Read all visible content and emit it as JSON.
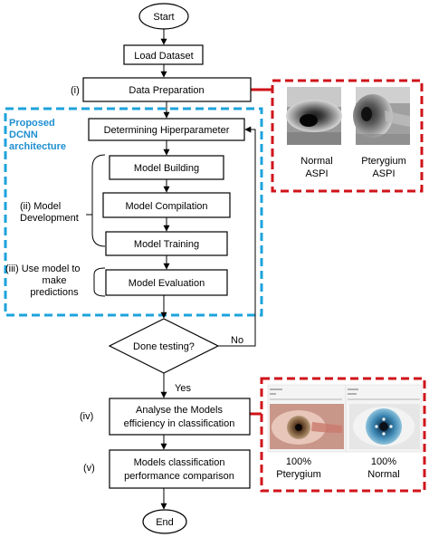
{
  "flow": {
    "start": "Start",
    "load_dataset": "Load Dataset",
    "data_preparation": "Data Preparation",
    "determining_hyperparameter": "Determining Hiperparameter",
    "model_building": "Model Building",
    "model_compilation": "Model Compilation",
    "model_training": "Model Training",
    "model_evaluation": "Model Evaluation",
    "done_testing": "Done testing?",
    "no": "No",
    "yes": "Yes",
    "analyse_line1": "Analyse the Models",
    "analyse_line2": "efficiency in classification",
    "comparison_line1": "Models classification",
    "comparison_line2": "performance comparison",
    "end": "End"
  },
  "labels": {
    "i": "(i)",
    "ii_line1": "(ii) Model",
    "ii_line2": "Development",
    "iii_line1": "(iii)  Use model to",
    "iii_line2": "make",
    "iii_line3": "predictions",
    "iv": "(iv)",
    "v": "(v)"
  },
  "dcnn": {
    "line1": "Proposed",
    "line2": "DCNN",
    "line3": "architecture"
  },
  "aspi_panel": {
    "normal_line1": "Normal",
    "normal_line2": "ASPI",
    "pterygium_line1": "Pterygium",
    "pterygium_line2": "ASPI"
  },
  "result_panel": {
    "left_pct": "100%",
    "left_label": "Pterygium",
    "right_pct": "100%",
    "right_label": "Normal"
  },
  "colors": {
    "dcnn_border": "#1ca3dc",
    "dcnn_text": "#1e8fd0",
    "red_border": "#d0131a",
    "connector_red": "#d0131a"
  }
}
